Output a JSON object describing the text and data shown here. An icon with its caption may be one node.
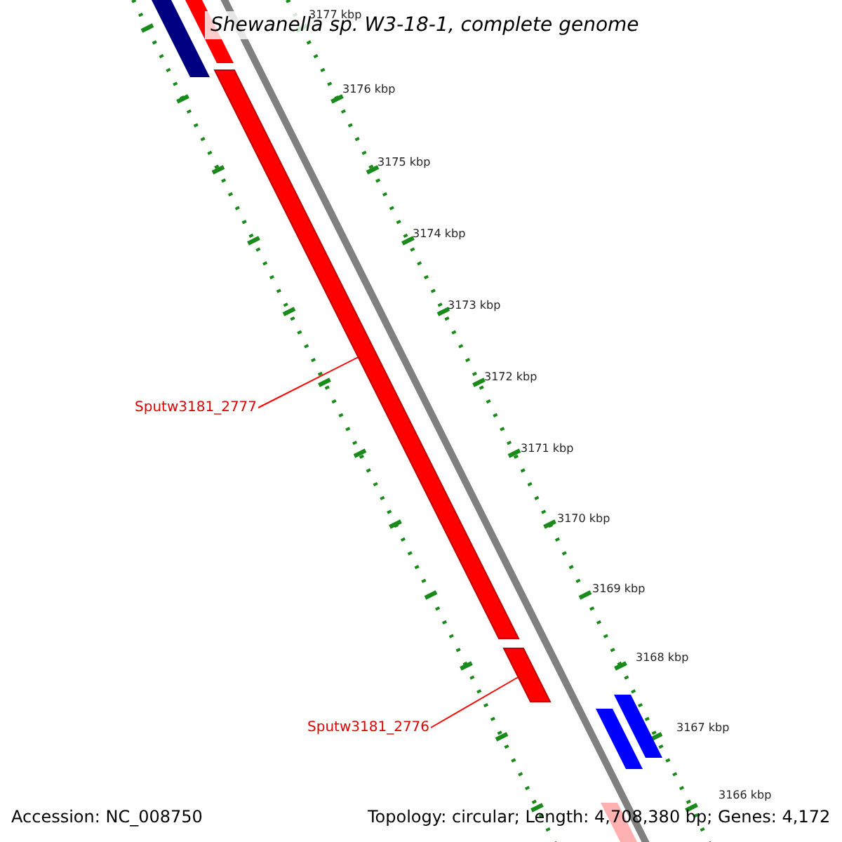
{
  "diagram": {
    "title": "Shewanella sp. W3-18-1, complete genome",
    "nodes": [
      {
        "text": [
          "Sputw3181_2777"
        ]
      },
      {
        "text": [],
        "shape": "bar"
      },
      {
        "text": [
          "Sputw3181_2776"
        ]
      },
      {
        "text": [],
        "shape": "bar"
      }
    ],
    "edges": [
      {
        "from": 0,
        "to": 1,
        "arrow": "none"
      },
      {
        "from": 2,
        "to": 3,
        "arrow": "none"
      }
    ],
    "labels": [
      "3177 kbp",
      "3176 kbp",
      "3175 kbp",
      "3174 kbp",
      "3173 kbp",
      "3172 kbp",
      "3171 kbp",
      "3170 kbp",
      "3169 kbp",
      "3168 kbp",
      "3167 kbp",
      "3166 kbp",
      "Accession: NC_008750",
      "Topology: circular; Length: 4,708,380 bp; Genes: 4,172"
    ]
  }
}
